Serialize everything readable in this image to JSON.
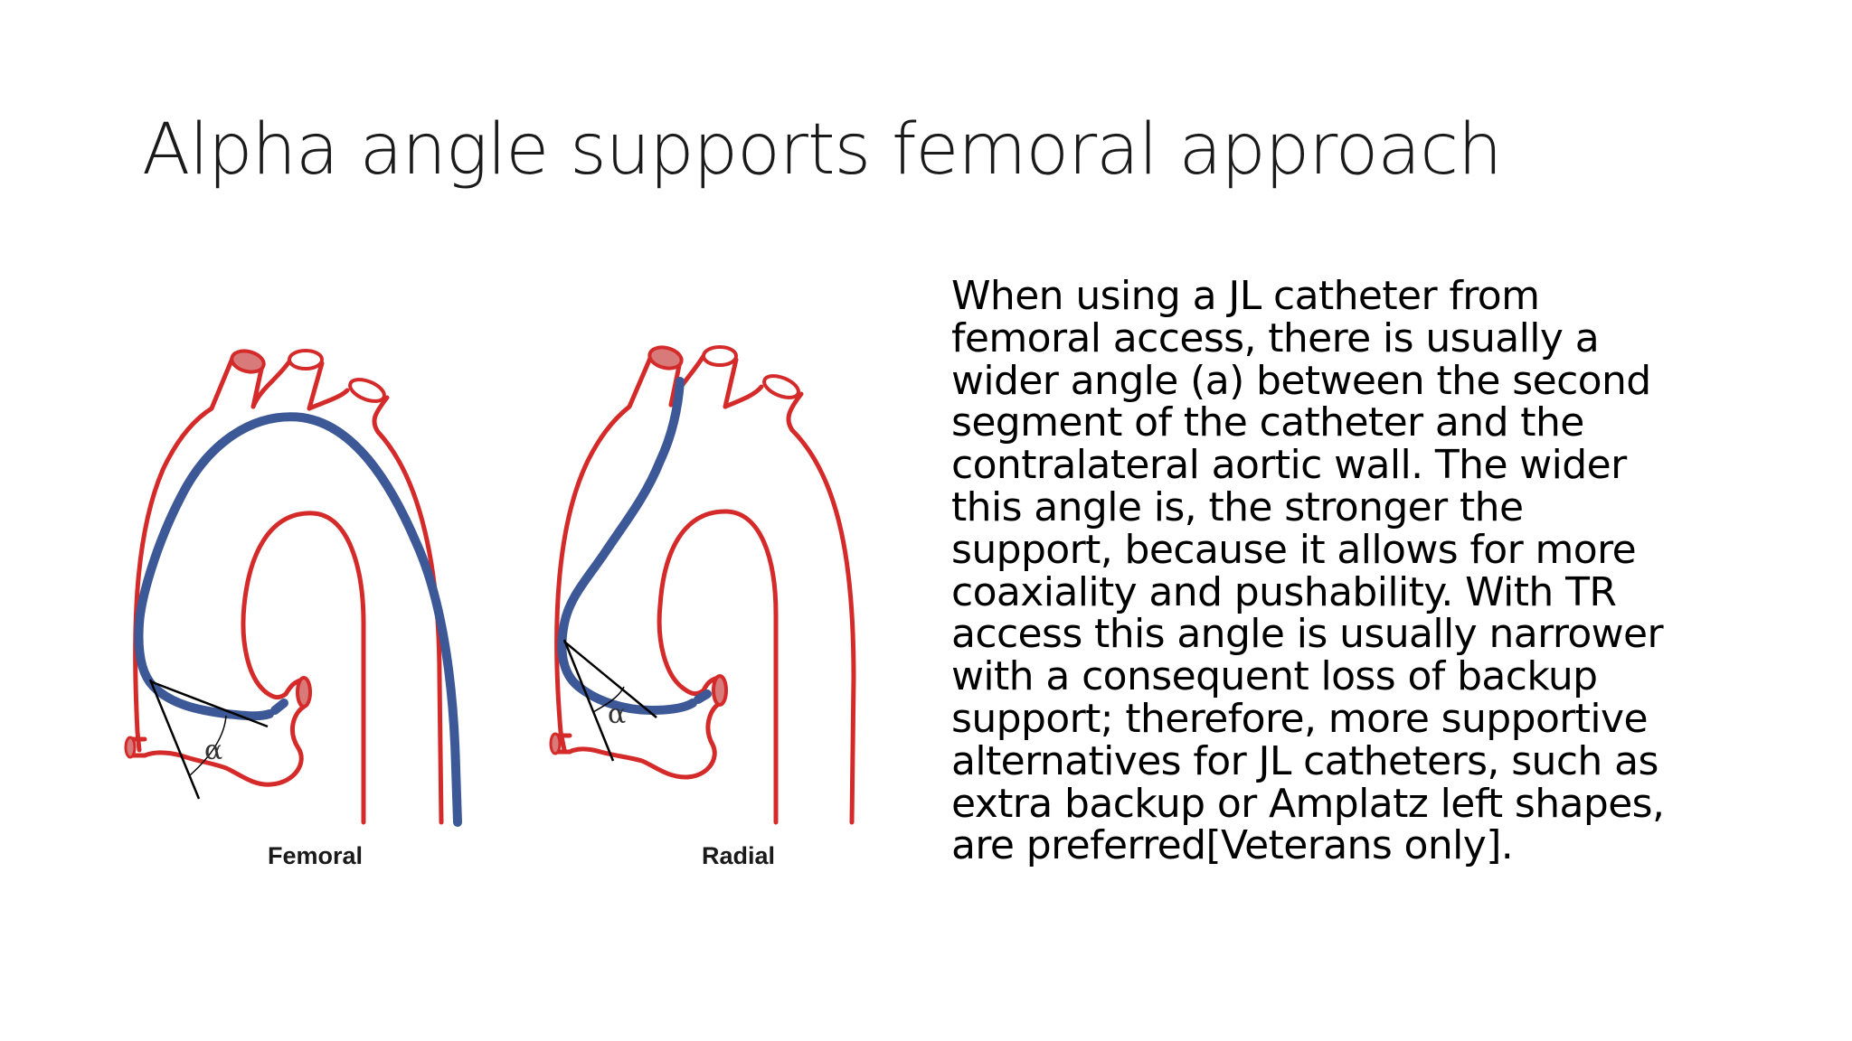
{
  "slide": {
    "title": "Alpha angle supports femoral approach",
    "figure": {
      "left_label": "Femoral",
      "right_label": "Radial",
      "alpha_symbol": "α",
      "colors": {
        "aorta": "#d42a2a",
        "vessel_fill": "#d97a7a",
        "catheter": "#3d5896",
        "angle_lines": "#000000"
      }
    },
    "body_lines": [
      "When using a JL catheter from",
      "femoral access, there is usually a",
      "wider angle (a) between the second",
      "segment of the catheter and the",
      "contralateral aortic wall. The wider",
      "this angle is, the stronger the",
      "support, because it allows for more",
      "coaxiality and pushability. With TR",
      "access this angle is usually narrower",
      "with a consequent loss of backup",
      "support; therefore, more supportive",
      "alternatives for JL catheters, such as",
      "extra backup or Amplatz left shapes,",
      "are preferred[Veterans only]."
    ]
  }
}
